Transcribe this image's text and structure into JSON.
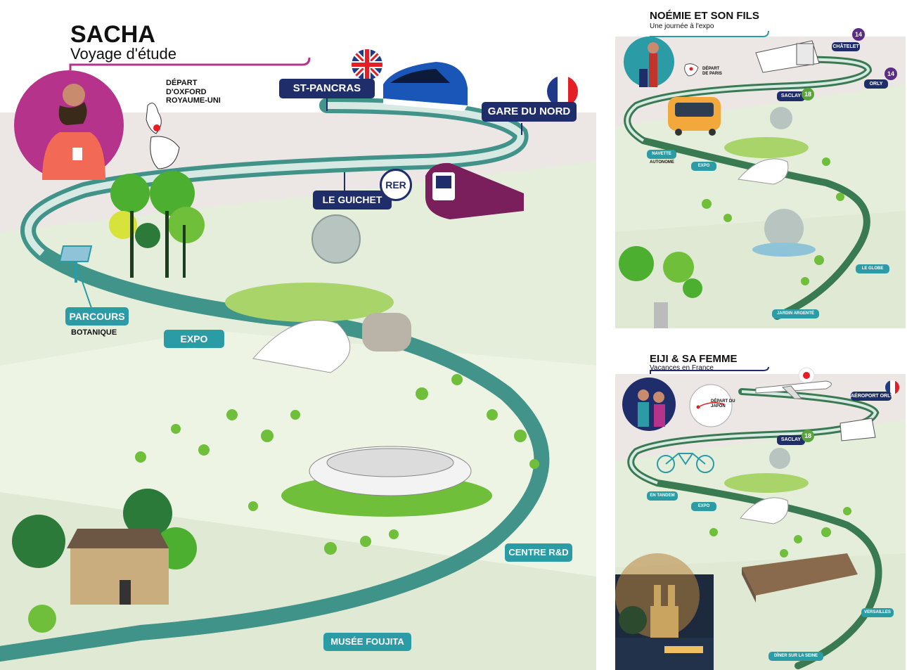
{
  "colors": {
    "navy": "#1f2d6b",
    "teal": "#2b9ba6",
    "magenta": "#b5338a",
    "path_green": "#3a7a52",
    "path_teal": "#2f8a80",
    "leaf_green": "#4caf2f",
    "leaf_yellow": "#d7e23a",
    "sky_beige": "#ece7e4",
    "ground_light": "#e8f0dc",
    "metro14_purple": "#5b2c83",
    "line18_green": "#5aa53b"
  },
  "sacha": {
    "title": "SACHA",
    "subtitle": "Voyage d'étude",
    "origin": [
      "DÉPART",
      "D'OXFORD",
      "ROYAUME-UNI"
    ],
    "stops": {
      "st_pancras": "ST-PANCRAS",
      "gare_du_nord": "GARE DU NORD",
      "le_guichet": "LE GUICHET",
      "parcours": "PARCOURS",
      "botanique": "BOTANIQUE",
      "expo": "EXPO",
      "centre_rd": "CENTRE R&D",
      "musee_foujita": "MUSÉE FOUJITA"
    },
    "rer_badge": "RER",
    "icons": [
      "uk-flag-icon",
      "france-flag-icon",
      "eurostar-train-icon",
      "rer-train-icon",
      "sign-post-icon",
      "man-avatar-icon",
      "france-map-icon"
    ]
  },
  "noemie": {
    "title": "NOÉMIE ET SON FILS",
    "subtitle": "Une journée à l'expo",
    "origin": [
      "DÉPART",
      "DE PARIS"
    ],
    "stops": {
      "chatelet": "CHÂTELET",
      "orly": "ORLY",
      "saclay": "SACLAY",
      "navette": "NAVETTE",
      "autonome": "AUTONOME",
      "expo": "EXPO",
      "le_globe": "LE GLOBE",
      "jardin_argente": "JARDIN ARGENTÉ"
    },
    "badges": {
      "chatelet_line": "14",
      "orly_line": "14",
      "saclay_line": "18"
    }
  },
  "eiji": {
    "title": "EIJI & SA FEMME",
    "subtitle": "Vacances en France",
    "origin": [
      "DÉPART DU",
      "JAPON"
    ],
    "stops": {
      "aeroport_orly": "AÉROPORT ORLY",
      "saclay": "SACLAY",
      "en_tandem": "EN TANDEM",
      "expo": "EXPO",
      "versailles": "VERSAILLES",
      "diner_seine": "DÎNER SUR LA SEINE"
    },
    "badges": {
      "saclay_line": "18"
    }
  }
}
